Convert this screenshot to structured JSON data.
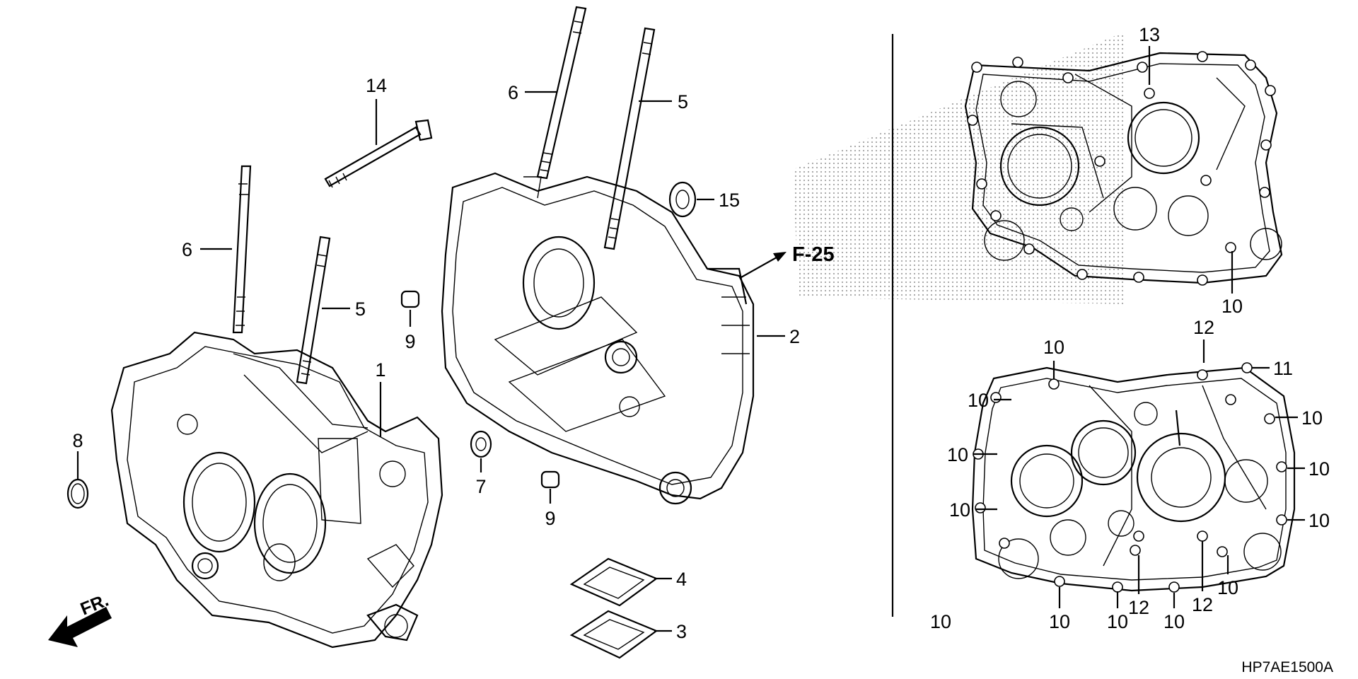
{
  "reference": "F-25",
  "diagram_code": "HP7AE1500A",
  "direction": "FR.",
  "callouts": {
    "c14": "14",
    "c6a": "6",
    "c5a": "5",
    "c8": "8",
    "c1": "1",
    "c6b": "6",
    "c5b": "5",
    "c15": "15",
    "c2": "2",
    "c9a": "9",
    "c7": "7",
    "c9b": "9",
    "c4": "4",
    "c3": "3",
    "r13": "13",
    "r10a": "10",
    "b10a": "10",
    "b12a": "12",
    "b11": "11",
    "b10b": "10",
    "b10c": "10",
    "b10d": "10",
    "b10e": "10",
    "b10f": "10",
    "b10g": "10",
    "b10h": "10",
    "b10i": "10",
    "b12b": "12",
    "b10j": "10",
    "b12c": "12",
    "b10k": "10",
    "b10l": "10"
  }
}
